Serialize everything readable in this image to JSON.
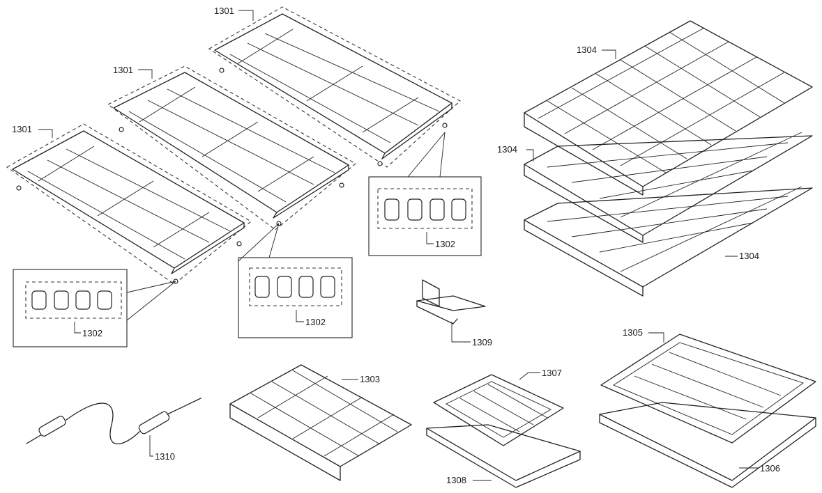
{
  "labels": {
    "grate_top": "1301",
    "grate_middle": "1301",
    "grate_left": "1301",
    "feet_left": "1302",
    "feet_center": "1302",
    "feet_right": "1302",
    "rack_small": "1303",
    "rack_top": "1304",
    "rack_middle": "1304",
    "rack_bottom": "1304",
    "broil_pan_large": "1305",
    "broil_tray_large": "1306",
    "broil_pan_small": "1307",
    "broil_tray_small": "1308",
    "bracket": "1309",
    "meat_probe": "1310"
  }
}
